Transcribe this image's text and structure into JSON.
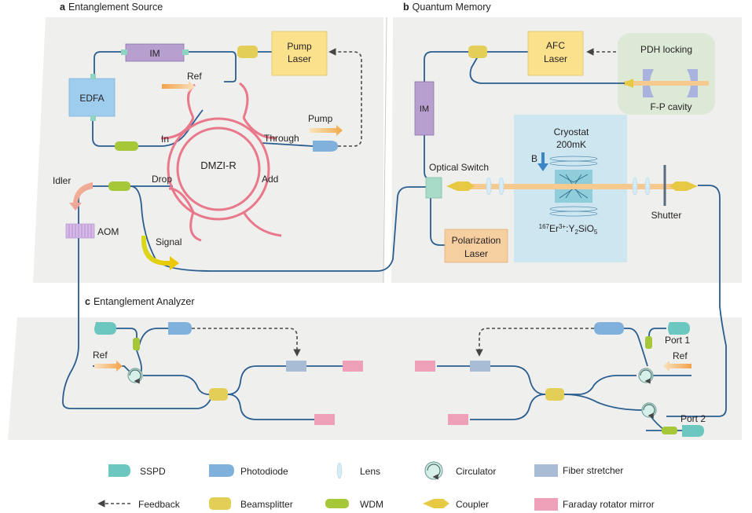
{
  "panels": {
    "a": {
      "letter": "a",
      "title": "Entanglement Source"
    },
    "b": {
      "letter": "b",
      "title": "Quantum Memory"
    },
    "c": {
      "letter": "c",
      "title": "Entanglement Analyzer"
    }
  },
  "source": {
    "pump_laser": [
      "Pump",
      "Laser"
    ],
    "im": "IM",
    "edfa": "EDFA",
    "ref": "Ref",
    "pump": "Pump",
    "port_in": "In",
    "port_through": "Through",
    "port_drop": "Drop",
    "port_add": "Add",
    "ring": "DMZI-R",
    "idler": "Idler",
    "aom": "AOM",
    "signal": "Signal"
  },
  "memory": {
    "afc_laser": [
      "AFC",
      "Laser"
    ],
    "pdh": "PDH locking",
    "fp_cavity": "F-P cavity",
    "im": "IM",
    "cryostat": "Cryostat",
    "temperature": "200mK",
    "field": "B",
    "optical_switch": "Optical Switch",
    "polarization_laser": [
      "Polarization",
      "Laser"
    ],
    "crystal": {
      "iso": "167",
      "el1": "Er",
      "charge": "3+",
      "sep": ":Y",
      "s2": "2",
      "mid": "SiO",
      "s5": "5"
    },
    "shutter": "Shutter"
  },
  "analyzer": {
    "ref_left": "Ref",
    "ref_right": "Ref",
    "port1": "Port 1",
    "port2": "Port 2"
  },
  "legend": [
    {
      "icon": "sspd-icon",
      "label": "SSPD"
    },
    {
      "icon": "photodiode-icon",
      "label": "Photodiode"
    },
    {
      "icon": "lens-icon",
      "label": "Lens"
    },
    {
      "icon": "circulator-icon",
      "label": "Circulator"
    },
    {
      "icon": "fiber-stretcher-icon",
      "label": "Fiber stretcher"
    },
    {
      "icon": "feedback-icon",
      "label": "Feedback"
    },
    {
      "icon": "beamsplitter-icon",
      "label": "Beamsplitter"
    },
    {
      "icon": "wdm-icon",
      "label": "WDM"
    },
    {
      "icon": "coupler-icon",
      "label": "Coupler"
    },
    {
      "icon": "faraday-mirror-icon",
      "label": "Faraday rotator mirror"
    }
  ],
  "colors": {
    "panel": "#efefed",
    "fiber": "#2a5d8f",
    "ring": "#e8788a",
    "laser": "#fbe18c",
    "im": "#b79fd0",
    "edfa": "#9fcdee",
    "cryostat": "#cde6ef",
    "sspd": "#6cc7c0",
    "photodiode": "#7fb1dc",
    "beamsplitter": "#e3cf57",
    "wdm": "#a5c738",
    "faraday": "#eea0b8",
    "stretcher": "#a9bcd6",
    "beam": "#f6c98e"
  }
}
